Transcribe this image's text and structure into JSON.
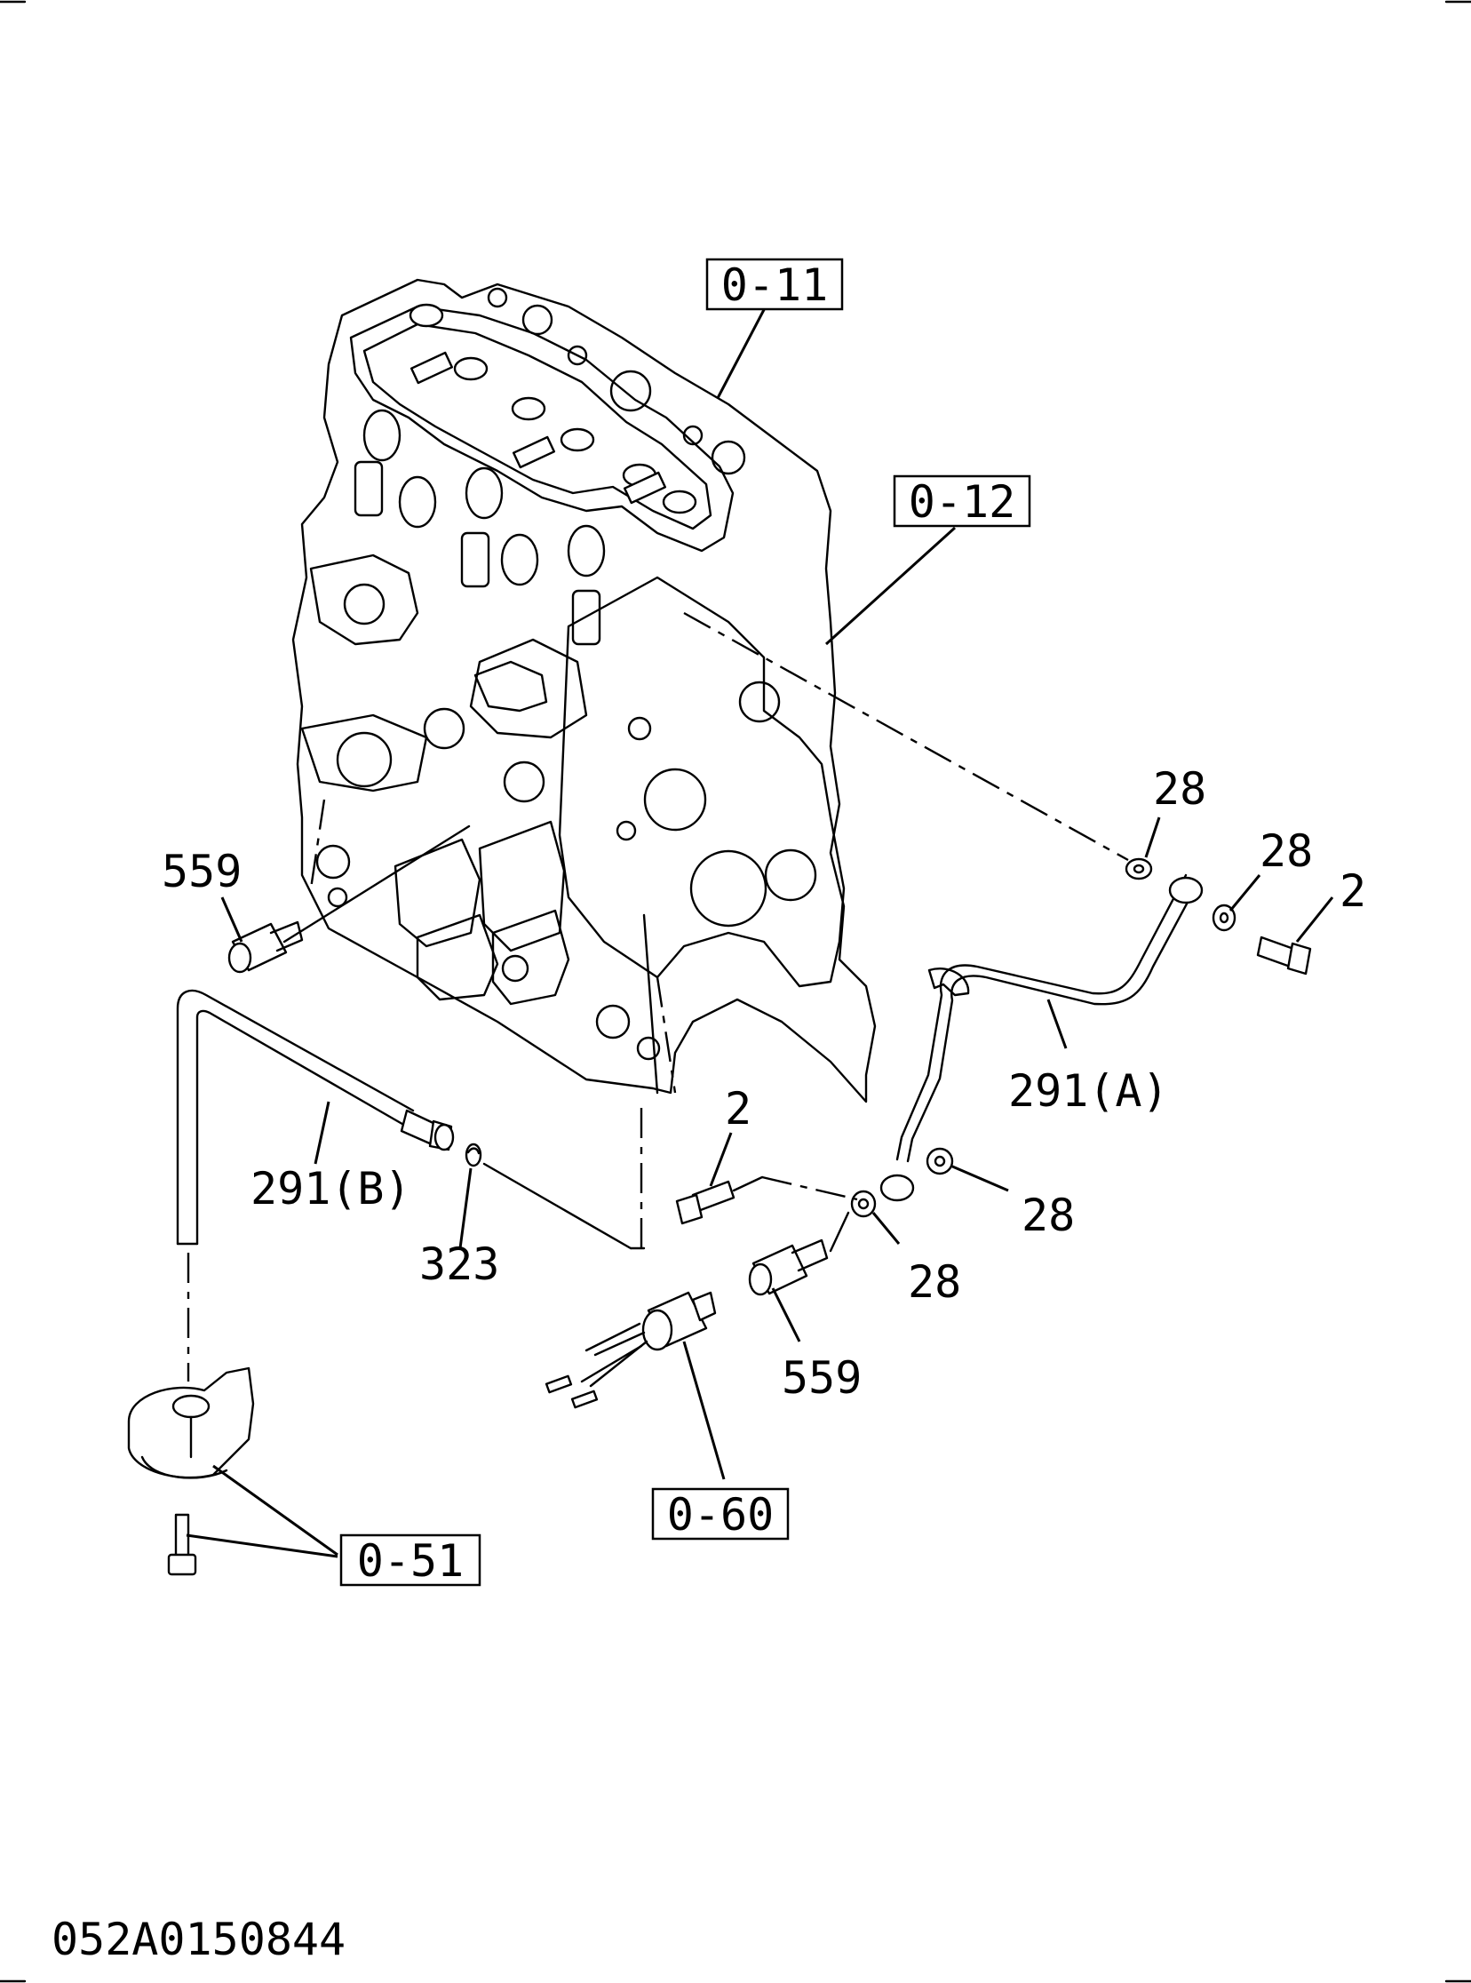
{
  "ref_boxes": {
    "head": "0-11",
    "gear_case": "0-12",
    "switch": "0-60",
    "pump": "0-51"
  },
  "labels": {
    "washer_a": "28",
    "washer_b": "28",
    "bolt_a": "2",
    "bolt_b": "2",
    "washer_c": "28",
    "washer_d": "28",
    "plug_upper": "559",
    "plug_lower": "559",
    "pipe_a": "291(A)",
    "pipe_b": "291(B)",
    "oring": "323"
  },
  "drawing_number": "052A0150844"
}
